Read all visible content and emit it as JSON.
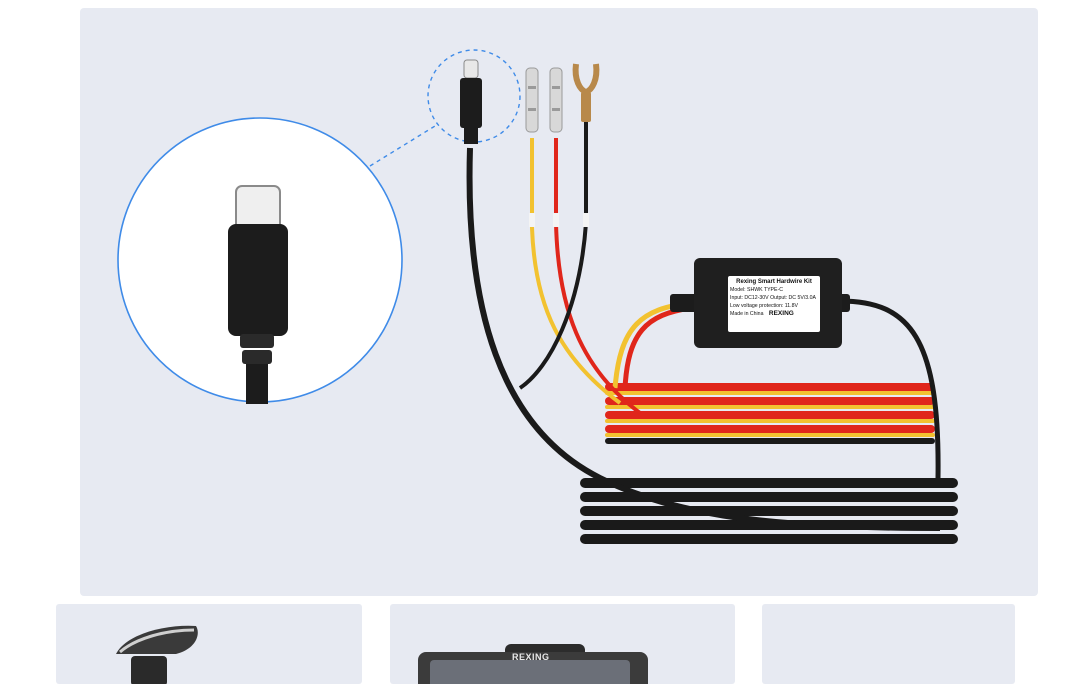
{
  "product_label": {
    "title": "Rexing Smart Hardwire Kit",
    "model": "Model: SHWK TYPE-C",
    "io": "Input: DC12-30V Output: DC 5V/3.0A",
    "low_voltage": "Low voltage protection: 11.8V",
    "origin": "Made in China",
    "brand": "REXING"
  },
  "thumbnails": {
    "dashcam_brand": "REXING"
  },
  "colors": {
    "background": "#e7eaf2",
    "wire_black": "#1a1a1a",
    "wire_red": "#e0261b",
    "wire_yellow": "#f2c230",
    "callout_line": "#3f8be8",
    "connector_gold": "#b8894b"
  }
}
